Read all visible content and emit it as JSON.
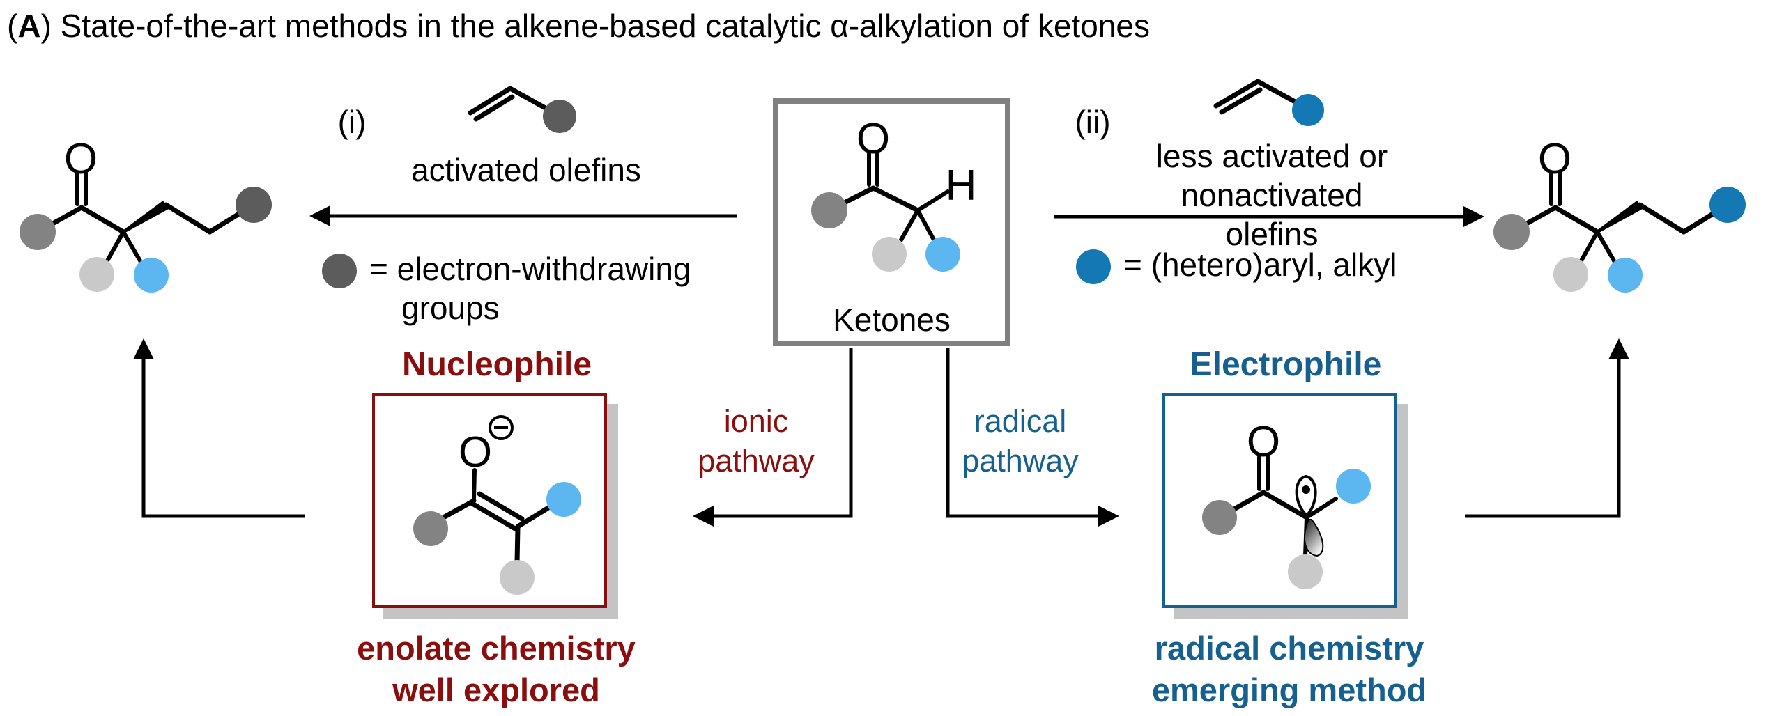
{
  "panel": {
    "label_open": "(",
    "label_letter": "A",
    "title_rest": ") State-of-the-art methods in the alkene-based catalytic α-alkylation of ketones"
  },
  "center": {
    "box_label": "Ketones",
    "o_label": "O",
    "h_label": "H"
  },
  "left_path": {
    "index_label": "(i)",
    "olefin_caption": "activated olefins",
    "legend_line1": "= electron-withdrawing",
    "legend_line2": "groups"
  },
  "right_path": {
    "index_label": "(ii)",
    "olefin_caption_line1": "less activated or",
    "olefin_caption_line2": "nonactivated olefins",
    "legend_text": "= (hetero)aryl, alkyl"
  },
  "ionic": {
    "heading": "Nucleophile",
    "pathway_line1": "ionic",
    "pathway_line2": "pathway",
    "caption_line1": "enolate chemistry",
    "caption_line2": "well explored",
    "o_label": "O"
  },
  "radical": {
    "heading": "Electrophile",
    "pathway_line1": "radical",
    "pathway_line2": "pathway",
    "caption_line1": "radical chemistry",
    "caption_line2": "emerging method",
    "o_label": "O"
  },
  "products": {
    "left_o_label": "O",
    "right_o_label": "O"
  },
  "colors": {
    "maroon": "#8b0e0e",
    "blue_text": "#16608f",
    "ewg_gray": "#5c5c5c",
    "r_gray": "#838383",
    "light_gray": "#c9c9c9",
    "light_blue": "#5cb6f0",
    "dark_blue": "#1478b5",
    "box_gray": "#808080",
    "shadow_gray": "#c4c4c4"
  }
}
